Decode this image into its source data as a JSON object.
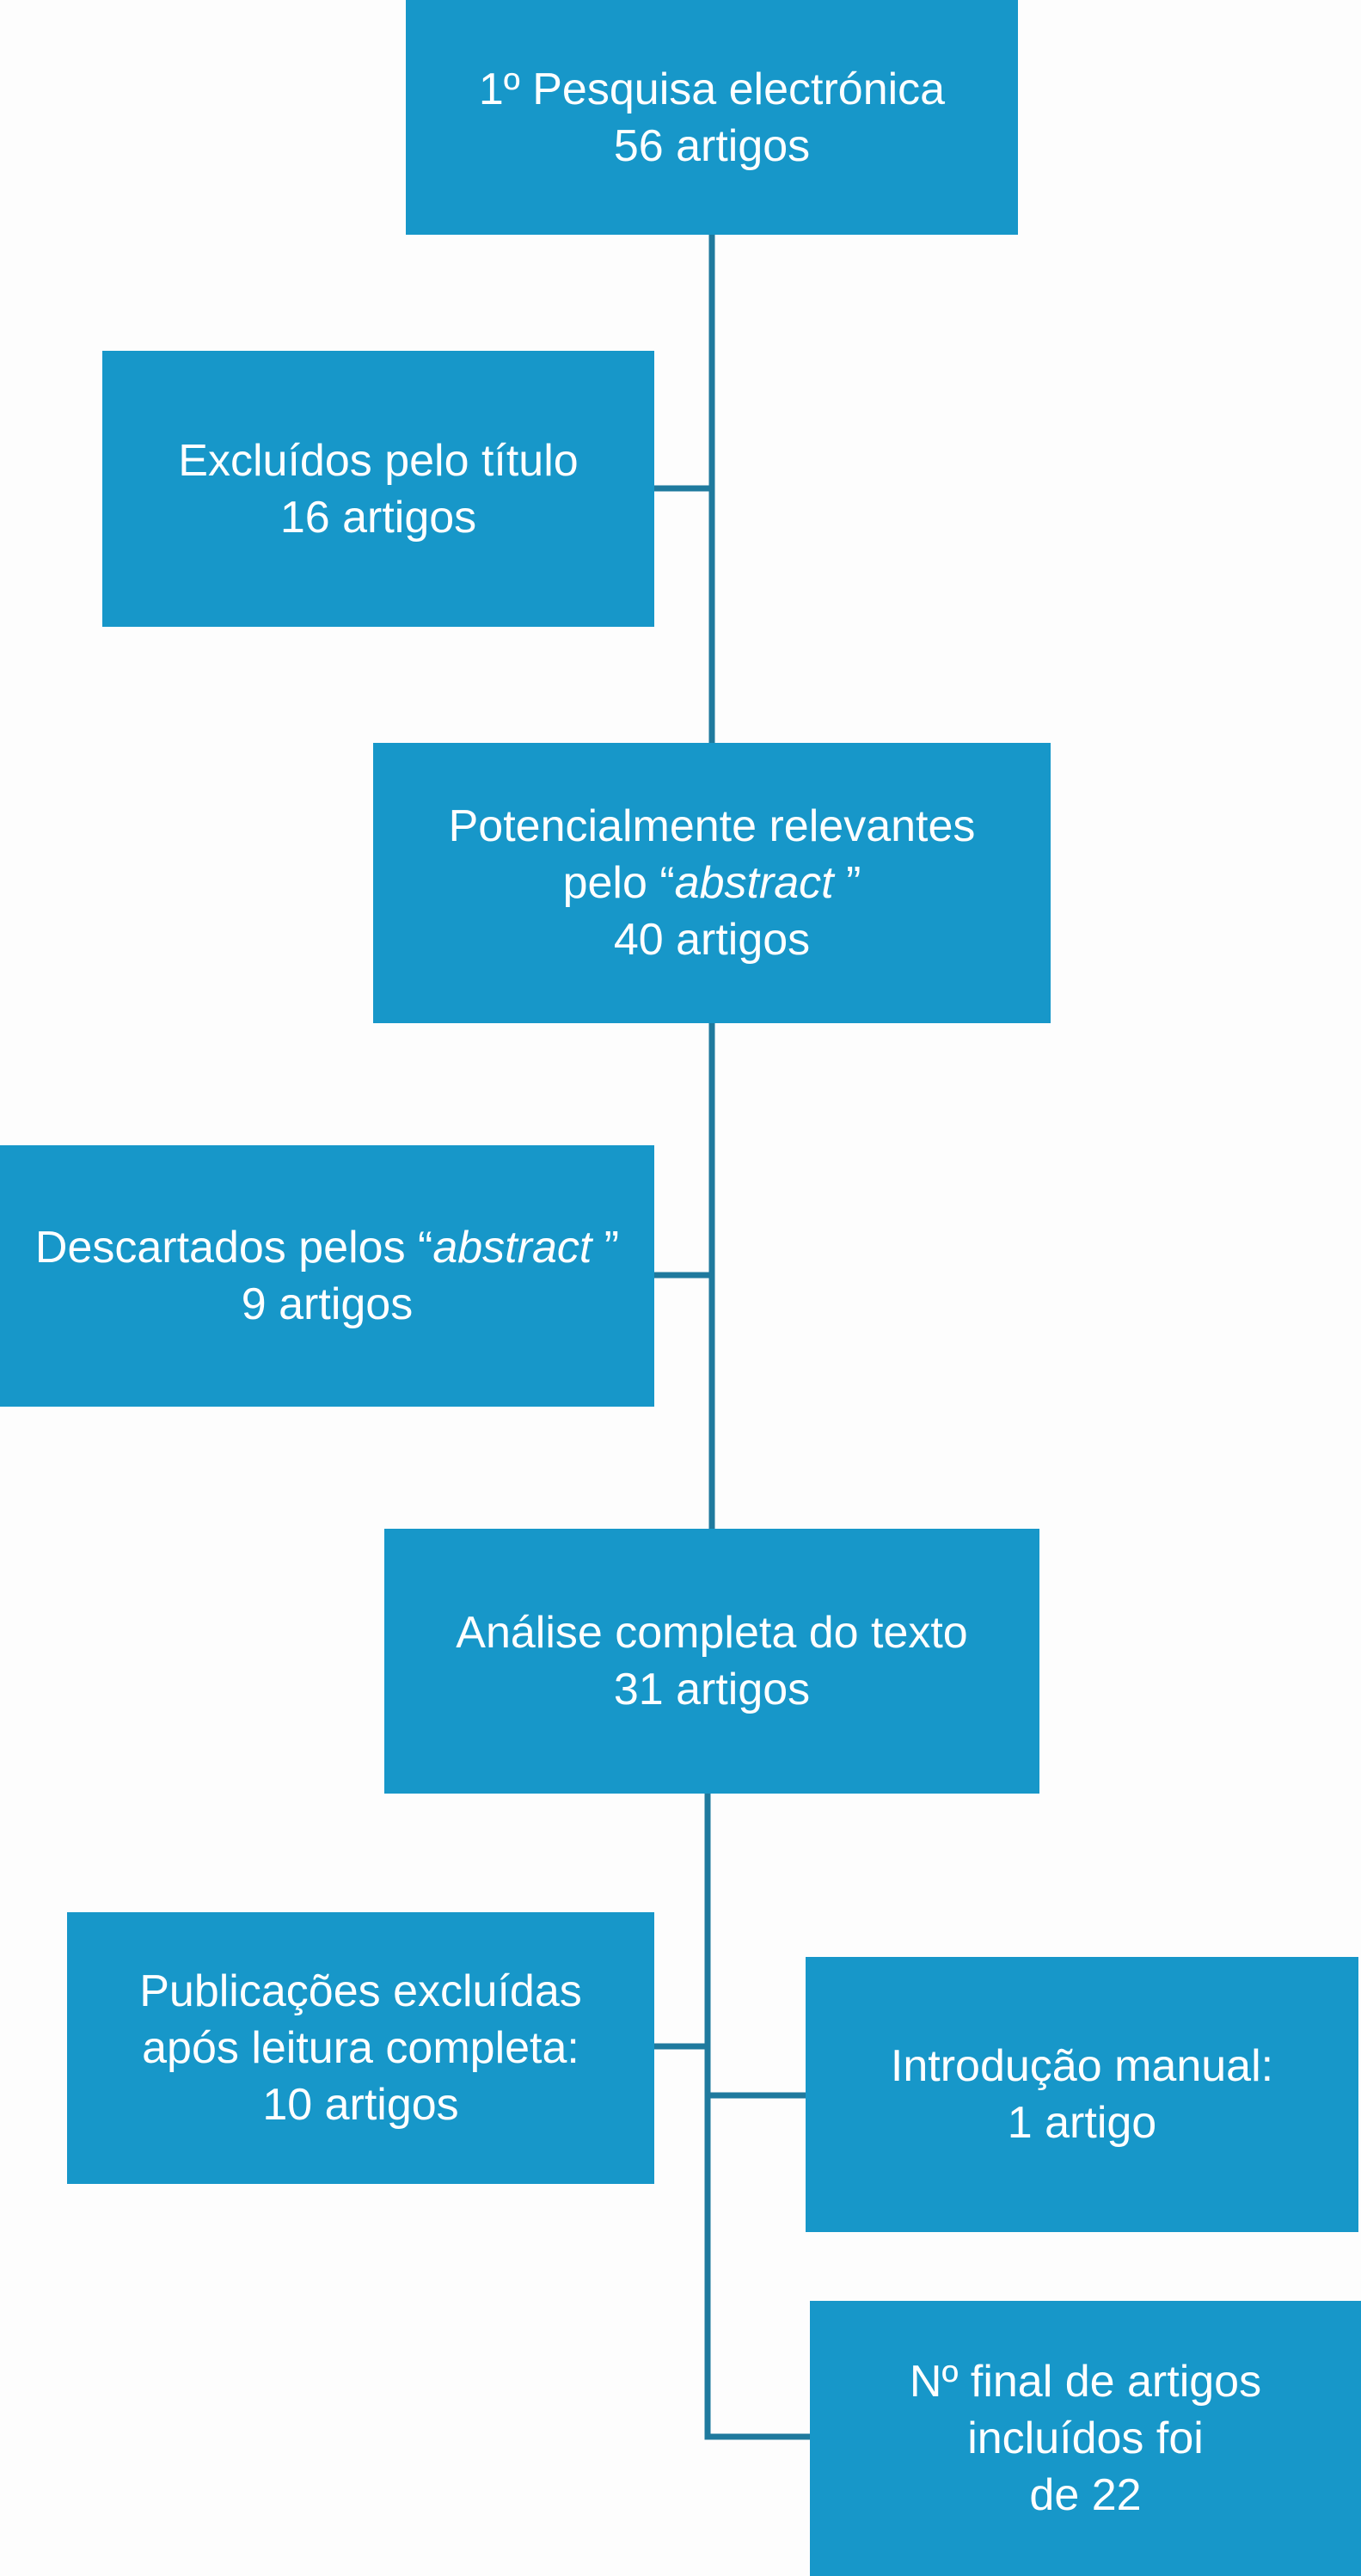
{
  "boxes": {
    "search": {
      "line1": "1º Pesquisa electrónica",
      "line2": "56 artigos"
    },
    "excluded_title": {
      "line1": "Excluídos pelo título",
      "line2": "16 artigos"
    },
    "relevant_abstract": {
      "line1": "Potencialmente relevantes",
      "line2_prefix": "pelo “",
      "line2_italic": "abstract",
      "line2_suffix": " ”",
      "line3": "40 artigos"
    },
    "discarded_abstract": {
      "line1_prefix": "Descartados pelos “",
      "line1_italic": "abstract",
      "line1_suffix": " ”",
      "line2": "9 artigos"
    },
    "full_text": {
      "line1": "Análise completa do texto",
      "line2": "31 artigos"
    },
    "excluded_full": {
      "line1": "Publicações excluídas",
      "line2": "após leitura completa:",
      "line3": "10 artigos"
    },
    "manual": {
      "line1": "Introdução manual:",
      "line2": "1 artigo"
    },
    "final": {
      "line1": "Nº final de artigos",
      "line2": "incluídos foi",
      "line3": "de 22"
    }
  },
  "colors": {
    "box_fill": "#1797c9",
    "connector": "#1f7a9e",
    "text": "#ffffff",
    "background": "#fdfdfd"
  }
}
